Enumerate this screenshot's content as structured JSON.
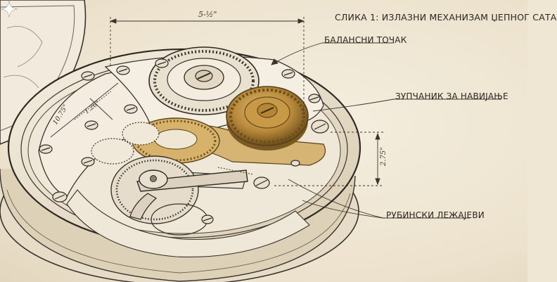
{
  "title": "СЛИКА 1: ИЗЛАЗНИ МЕХАНИЗАМ ЏЕПНОГ САТА",
  "callouts": {
    "balance_wheel": "БАЛАНСНИ ТОЧАК",
    "winding_gear": "ЗУПЧАНИК ЗА НАВИЈАЊЕ",
    "jewel_bearings": "РУБИНСКИ ЛЕЖАЈЕВИ"
  },
  "dimensions": {
    "width": "5-½\"",
    "height": "2.75\"",
    "diag_long": "10.75\"",
    "diag_short": "1.26\""
  },
  "colors": {
    "paper": "#efe6d4",
    "ink": "#2b2620",
    "brass": "#b8893a",
    "brass_dark": "#7a5a22"
  },
  "icons": {
    "corner": "sparkle-icon"
  }
}
